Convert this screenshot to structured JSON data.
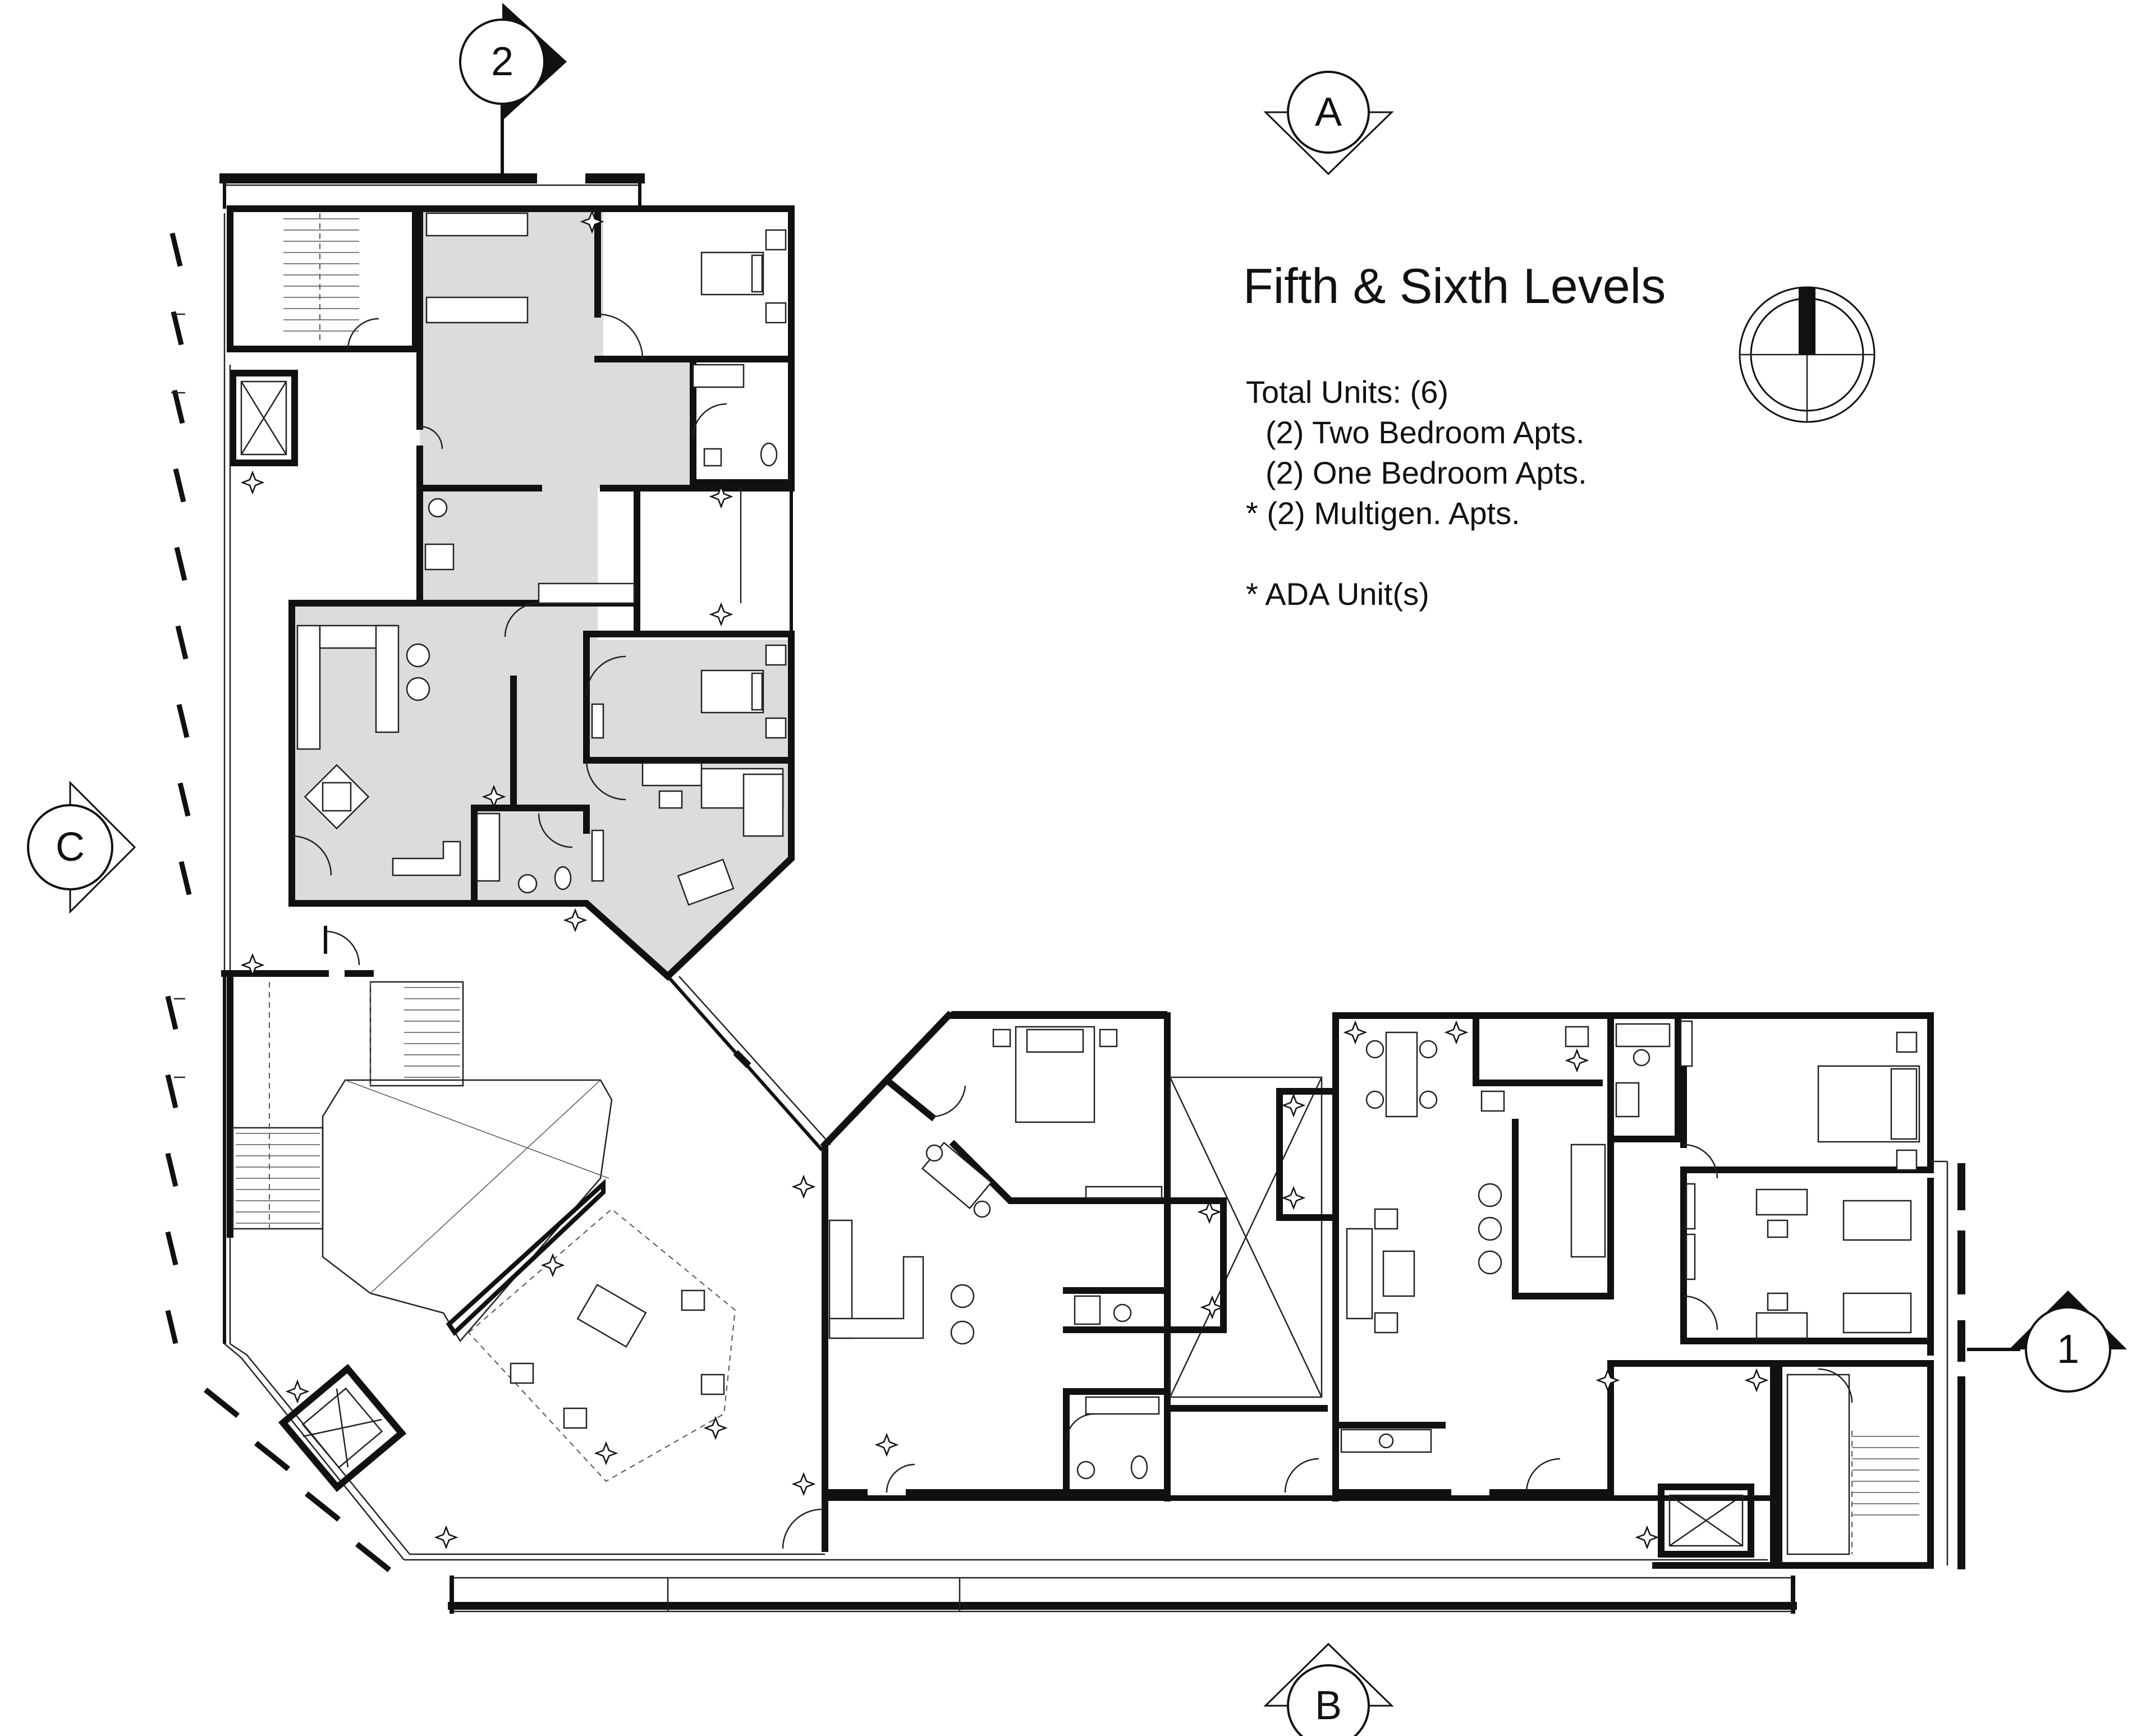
{
  "drawing": {
    "title": "Fifth & Sixth Levels",
    "summary": {
      "total_units": "Total Units: (6)",
      "two_bedroom": "(2) Two Bedroom Apts.",
      "one_bedroom": "(2) One Bedroom Apts.",
      "multigen": "* (2) Multigen. Apts.",
      "ada_note": "* ADA Unit(s)"
    }
  },
  "grid_markers": {
    "marker_2": "2",
    "marker_a": "A",
    "marker_c": "C",
    "marker_1": "1",
    "marker_b": "B"
  },
  "icons": {
    "north_arrow": "north-arrow-icon",
    "ceiling_fan": "ceiling-fan-icon",
    "section_marker": "section-marker-icon"
  }
}
